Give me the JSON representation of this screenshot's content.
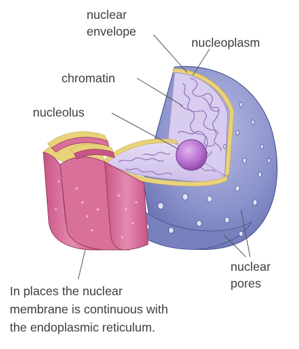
{
  "labels": {
    "nuclear_envelope_line1": "nuclear",
    "nuclear_envelope_line2": "envelope",
    "nucleoplasm": "nucleoplasm",
    "chromatin": "chromatin",
    "nucleolus": "nucleolus",
    "nuclear_pores_line1": "nuclear",
    "nuclear_pores_line2": "pores"
  },
  "caption": {
    "line1": "In places the nuclear",
    "line2": "membrane is continuous with",
    "line3": "the endoplasmic reticulum."
  },
  "colors": {
    "envelope_outer": "#6f79b8",
    "envelope_light": "#9aa2d3",
    "envelope_edge": "#e9d27a",
    "nucleoplasm_fill": "#d8ccef",
    "chromatin_stroke": "#8e6bb5",
    "nucleolus": "#b06ac6",
    "er_fill": "#d9709a",
    "er_dark": "#b24f79",
    "er_lumen": "#f3df8c",
    "leader_line": "#555555"
  }
}
